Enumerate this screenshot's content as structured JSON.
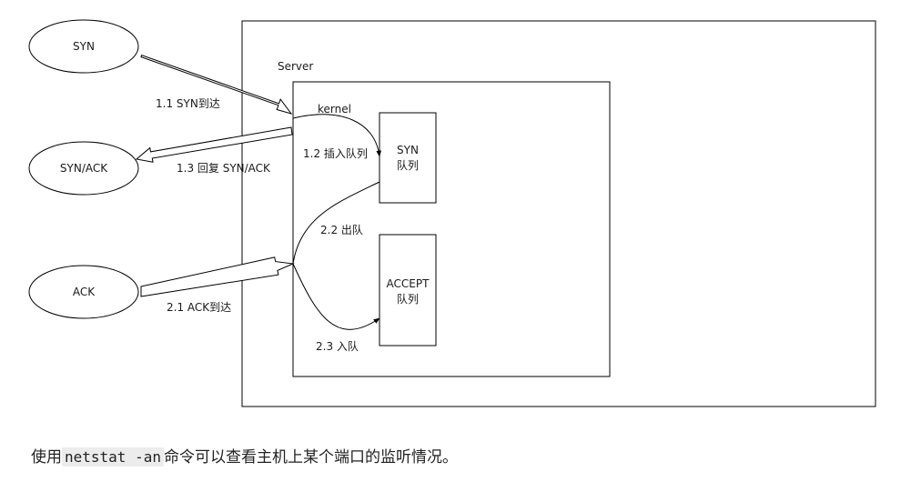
{
  "diagram": {
    "nodes": {
      "syn": "SYN",
      "synack": "SYN/ACK",
      "ack": "ACK",
      "server": "Server",
      "kernel": "kernel",
      "syn_queue_line1": "SYN",
      "syn_queue_line2": "队列",
      "accept_queue_line1": "ACCEPT",
      "accept_queue_line2": "队列"
    },
    "edges": {
      "syn_arrive": "1.1 SYN到达",
      "insert_queue": "1.2 插入队列",
      "reply_synack": "1.3 回复 SYN/ACK",
      "ack_arrive": "2.1 ACK到达",
      "dequeue": "2.2 出队",
      "enqueue": "2.3 入队"
    }
  },
  "caption": {
    "prefix": "使用",
    "command": "netstat -an",
    "suffix": "命令可以查看主机上某个端口的监听情况。"
  },
  "colors": {
    "stroke": "#000000",
    "code_background": "#ececec"
  }
}
